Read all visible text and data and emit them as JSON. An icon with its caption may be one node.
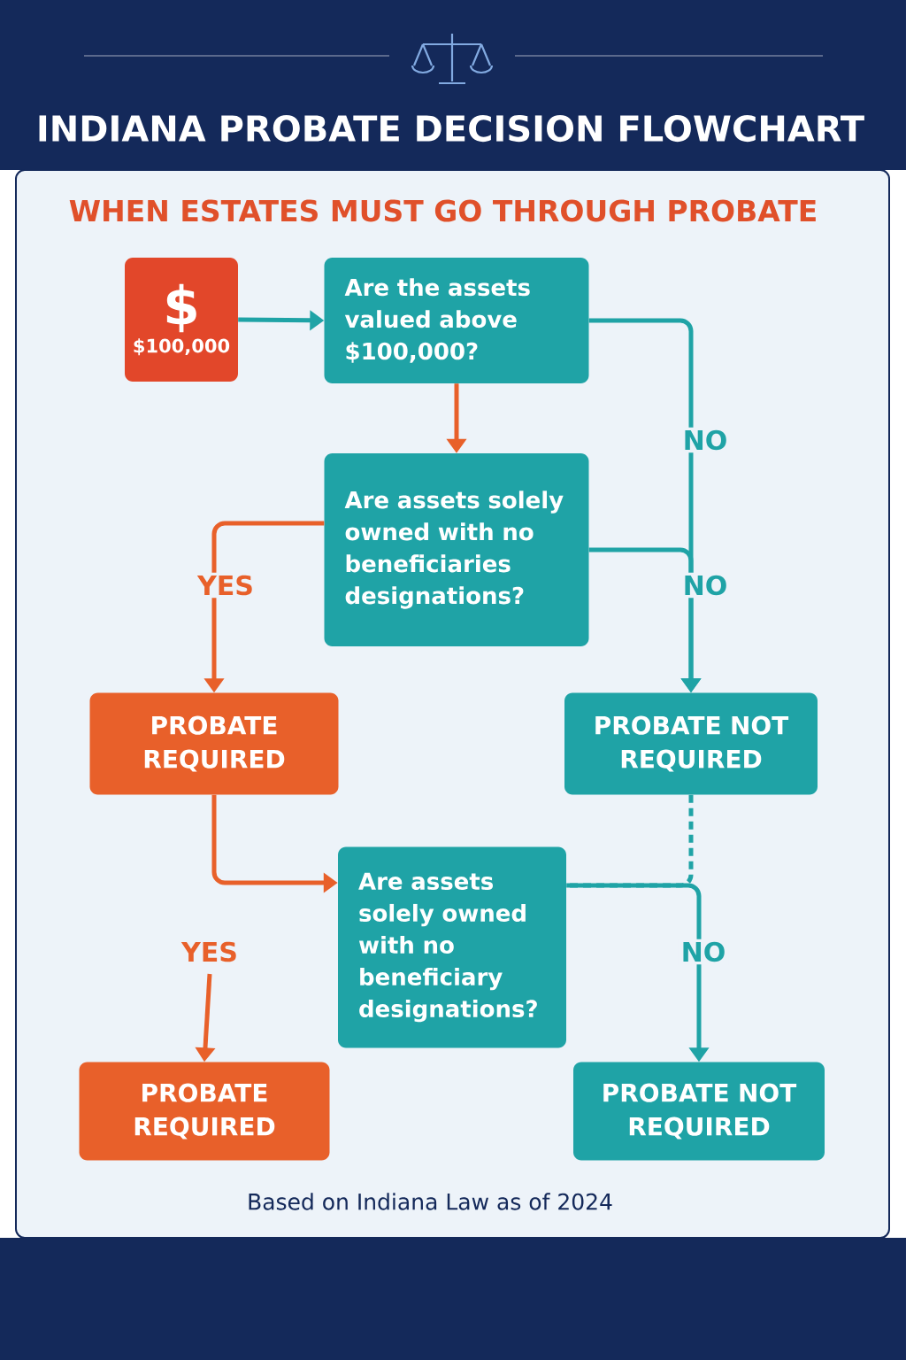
{
  "diagram": {
    "title": "INDIANA PROBATE DECISION FLOWCHART",
    "caption": "Based on Indiana Law as of 2024",
    "nodes": [
      {
        "text": [
          "$",
          "$100,000"
        ]
      },
      {
        "text": [
          "Are the assets valued above $100,000?"
        ]
      },
      {
        "text": [
          "Are assets solely owned with no beneficiaries designations?"
        ]
      },
      {
        "text": [
          "PROBATE REQUIRED"
        ]
      },
      {
        "text": [
          "PROBATE NOT REQUIRED"
        ]
      },
      {
        "text": [
          "Are assets solely owned with no beneficiary designations?"
        ]
      },
      {
        "text": [
          "PROBATE REQUIRED"
        ]
      },
      {
        "text": [
          "PROBATE NOT REQUIRED"
        ]
      }
    ],
    "edges": [
      {
        "from": 0,
        "to": 1,
        "arrow": "to",
        "color": "#1fa3a6"
      },
      {
        "from": 1,
        "to": 2,
        "arrow": "to",
        "color": "#e8602a"
      },
      {
        "from": 1,
        "to": 4,
        "arrow": "to",
        "label": "NO",
        "color": "#1fa3a6"
      },
      {
        "from": 2,
        "to": 4,
        "arrow": "to",
        "label": "NO",
        "color": "#1fa3a6"
      },
      {
        "from": 2,
        "to": 3,
        "arrow": "to",
        "label": "YES",
        "color": "#e8602a"
      },
      {
        "from": 3,
        "to": 5,
        "arrow": "to",
        "color": "#e8602a"
      },
      {
        "from": 4,
        "to": 5,
        "arrow": "none",
        "style": "dashed",
        "color": "#1fa3a6"
      },
      {
        "from": 5,
        "to": 7,
        "arrow": "to",
        "label": "NO",
        "color": "#1fa3a6"
      },
      {
        "from": null,
        "to": 6,
        "arrow": "to",
        "label": "YES",
        "color": "#e8602a"
      }
    ],
    "labels": [
      "WHEN ESTATES MUST GO THROUGH PROBATE"
    ]
  }
}
